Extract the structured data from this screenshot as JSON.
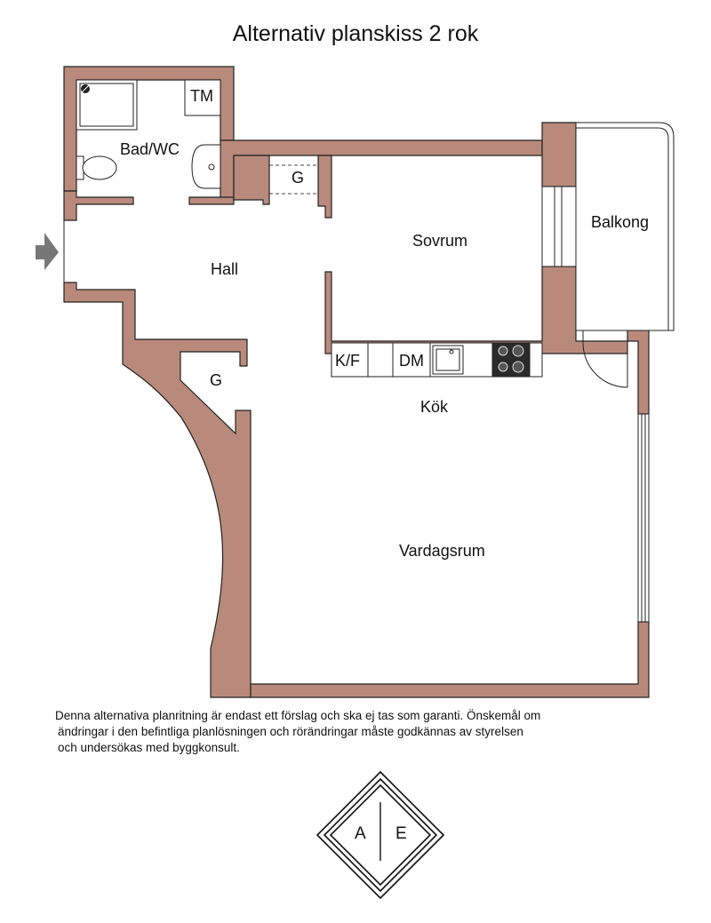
{
  "title": "Alternativ planskiss 2 rok",
  "rooms": {
    "bad_wc": "Bad/WC",
    "tm": "TM",
    "g_top": "G",
    "sovrum": "Sovrum",
    "balkong": "Balkong",
    "hall": "Hall",
    "g_hall": "G",
    "kf": "K/F",
    "dm": "DM",
    "kok": "Kök",
    "vardagsrum": "Vardagsrum"
  },
  "disclaimer": [
    "Denna alternativa planritning är endast ett förslag och ska ej tas som garanti. Önskemål om",
    "ändringar i den befintliga planlösningen och rörändringar måste godkännas av styrelsen",
    "och undersökas med byggkonsult."
  ],
  "logo": {
    "left": "A",
    "right": "E"
  },
  "colors": {
    "wall": "#b98a7c",
    "outline": "#222222",
    "entrance_arrow": "#777777"
  },
  "icons": [
    "entrance-arrow-icon",
    "shower-icon",
    "toilet-icon",
    "sink-icon",
    "kitchen-sink-icon",
    "stove-icon",
    "door-swing-icon"
  ]
}
